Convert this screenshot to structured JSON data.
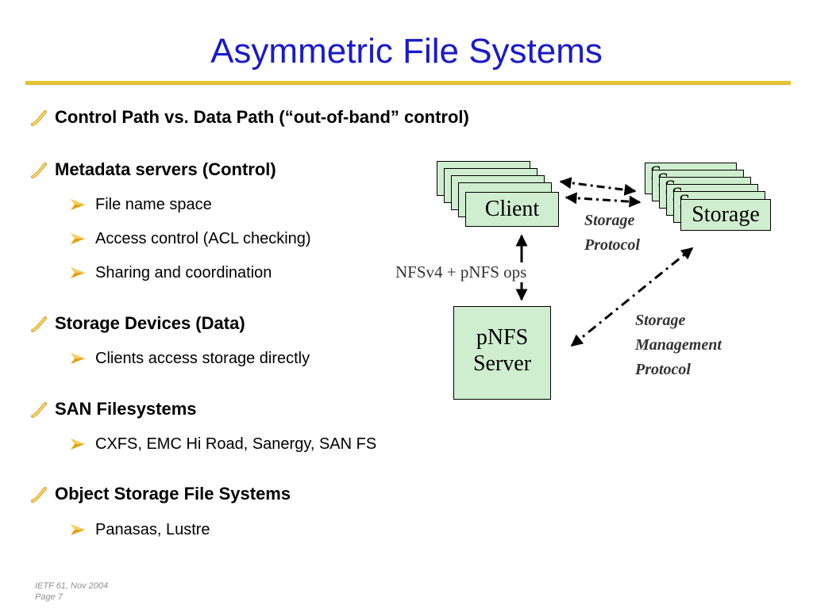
{
  "title": "Asymmetric File Systems",
  "bullets": [
    {
      "text": "Control Path vs. Data Path (“out-of-band” control)",
      "sub": []
    },
    {
      "text": "Metadata servers (Control)",
      "sub": [
        "File name space",
        "Access control (ACL checking)",
        "Sharing and coordination"
      ]
    },
    {
      "text": "Storage Devices (Data)",
      "sub": [
        "Clients access storage directly"
      ]
    },
    {
      "text": "SAN Filesystems",
      "sub": [
        "CXFS, EMC Hi Road, Sanergy, SAN FS"
      ]
    },
    {
      "text": "Object Storage File Systems",
      "sub": [
        "Panasas, Lustre"
      ]
    }
  ],
  "diagram": {
    "client_label": "Client",
    "storage_label": "Storage",
    "storage_protocol_line1": "Storage",
    "storage_protocol_line2": "Protocol",
    "nfs_ops_label": "NFSv4 + pNFS ops",
    "server_line1": "pNFS",
    "server_line2": "Server",
    "mgmt_line1": "Storage",
    "mgmt_line2": "Management",
    "mgmt_line3": "Protocol"
  },
  "footer": {
    "line1": "IETF 61, Nov 2004",
    "line2": "Page 7"
  },
  "colors": {
    "title": "#1a1acc",
    "rule": "#e8c430",
    "box_fill": "#cfeecf",
    "bullet_l1": "#e0a820",
    "bullet_l2": "#e8a010"
  },
  "icons": {
    "level1_bullet": "slanted-dash-bullet-icon",
    "level2_bullet": "arrowhead-bullet-icon"
  }
}
